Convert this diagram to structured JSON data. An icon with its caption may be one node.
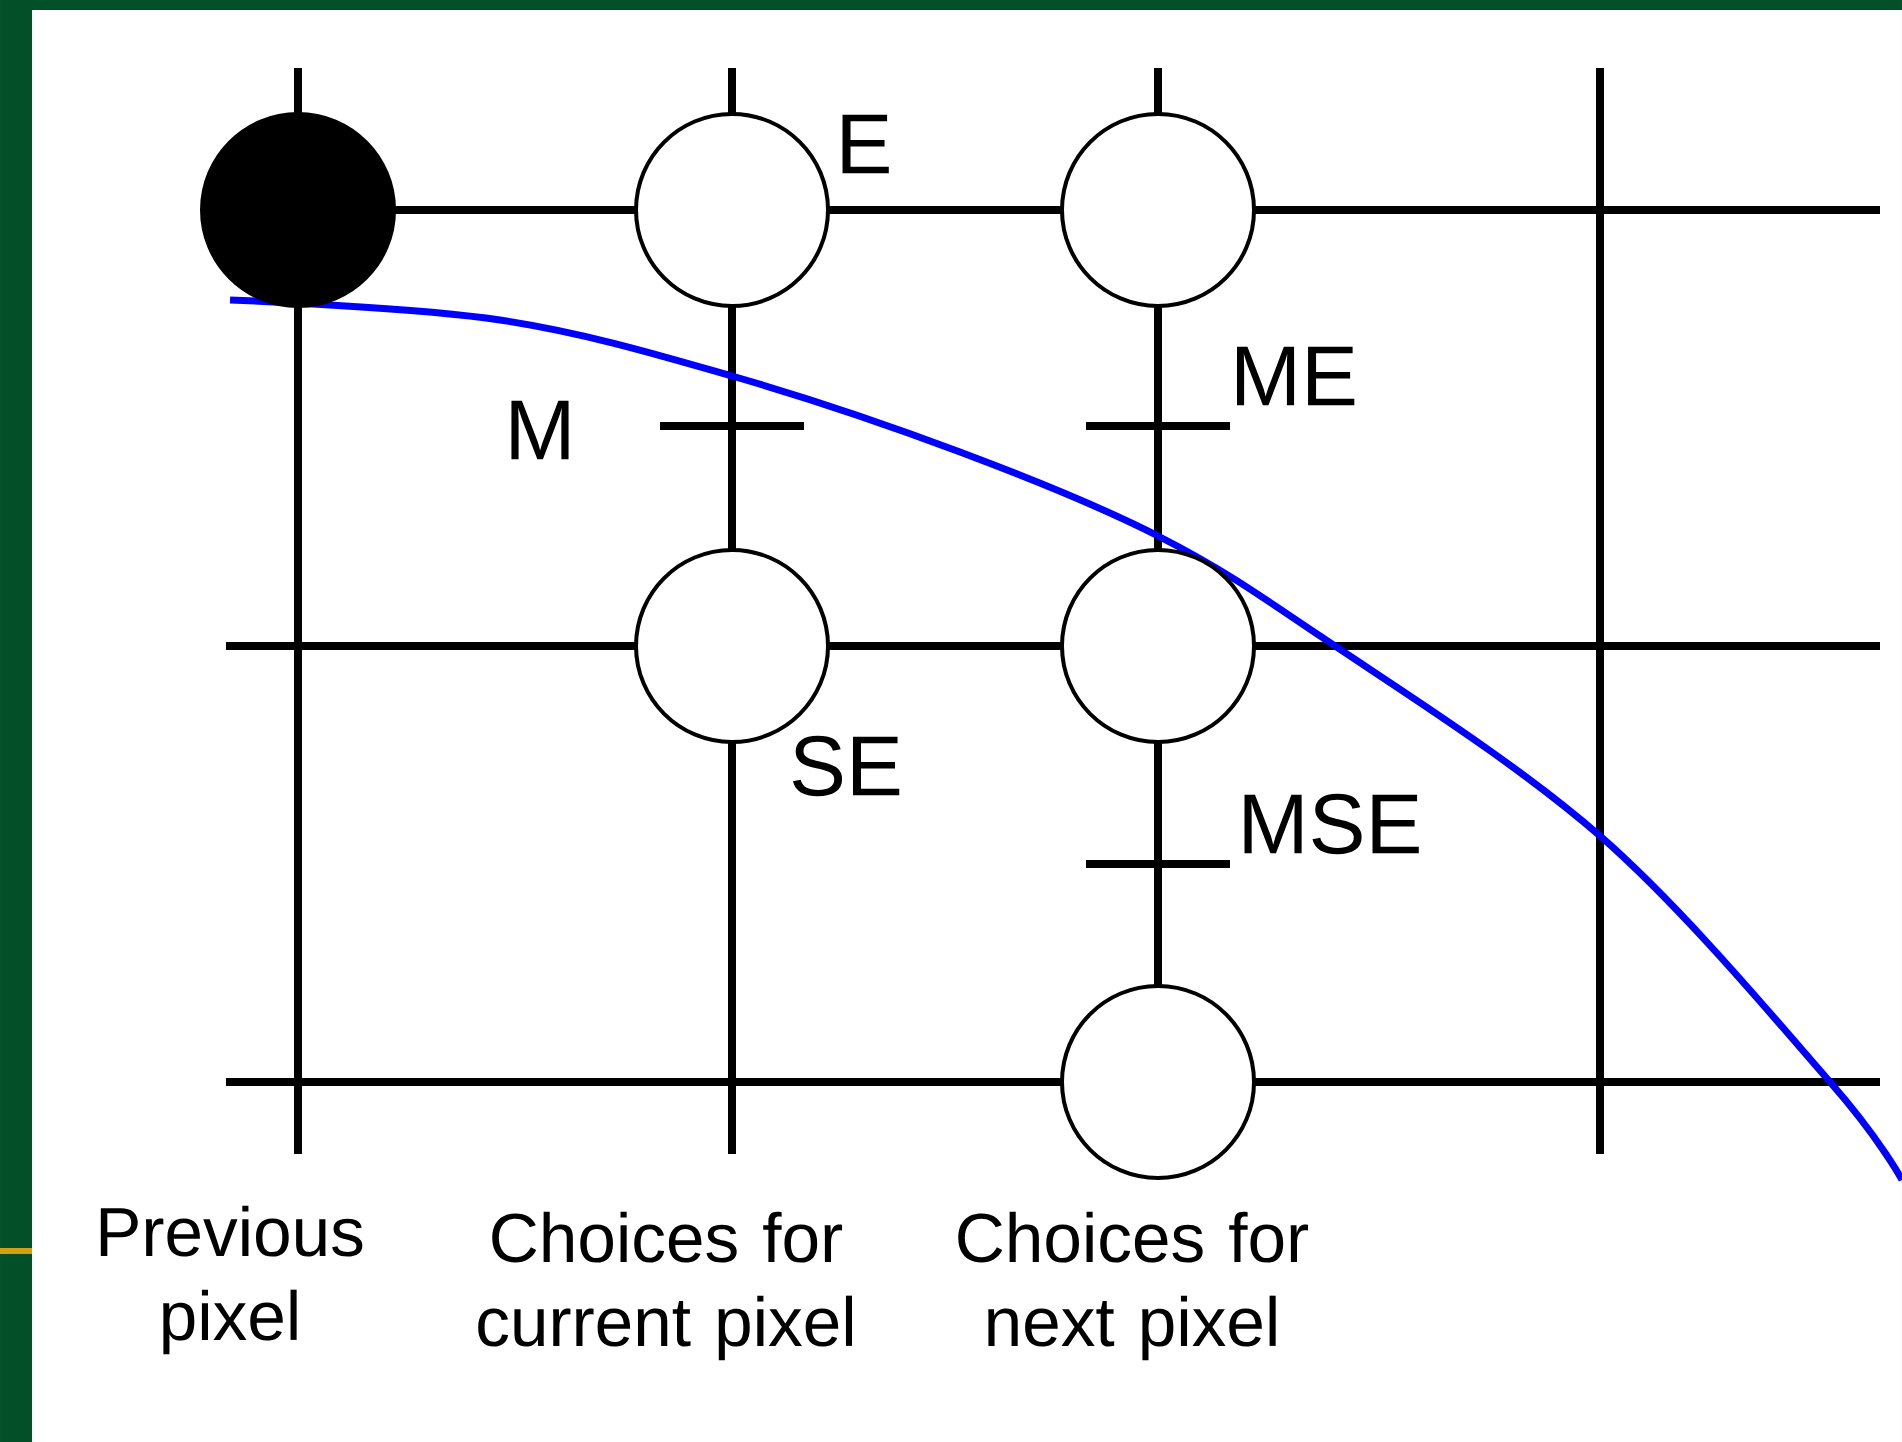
{
  "diagram": {
    "nodes": [
      {
        "text": [],
        "shape": "circle"
      },
      {
        "text": [],
        "shape": "circle"
      },
      {
        "text": [],
        "shape": "circle"
      },
      {
        "text": [],
        "shape": "circle"
      },
      {
        "text": [],
        "shape": "circle"
      },
      {
        "text": [],
        "shape": "circle"
      }
    ],
    "labels": [
      "E",
      "ME",
      "M",
      "SE",
      "MSE",
      "Previous pixel",
      "Choices for current pixel",
      "Choices for next pixel"
    ]
  }
}
